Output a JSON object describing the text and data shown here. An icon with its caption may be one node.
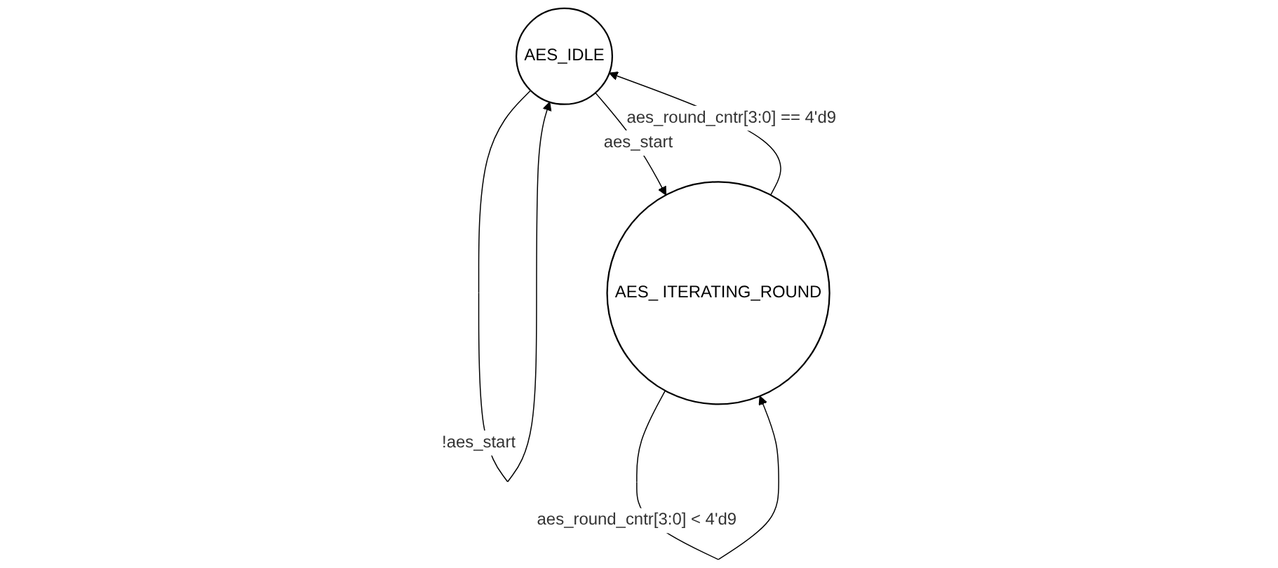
{
  "diagram": {
    "nodes": [
      {
        "text": [
          "AES_IDLE"
        ]
      },
      {
        "text": [
          "AES_ ITERATING_ROUND"
        ]
      }
    ],
    "edges": [
      {
        "from": 0,
        "to": 0,
        "arrow": "to",
        "label": "!aes_start"
      },
      {
        "from": 0,
        "to": 1,
        "arrow": "to",
        "label": "aes_start"
      },
      {
        "from": 1,
        "to": 0,
        "arrow": "to",
        "label": "aes_round_cntr[3:0] == 4'd9"
      },
      {
        "from": 1,
        "to": 1,
        "arrow": "to",
        "label": "aes_round_cntr[3:0] < 4'd9"
      }
    ]
  }
}
